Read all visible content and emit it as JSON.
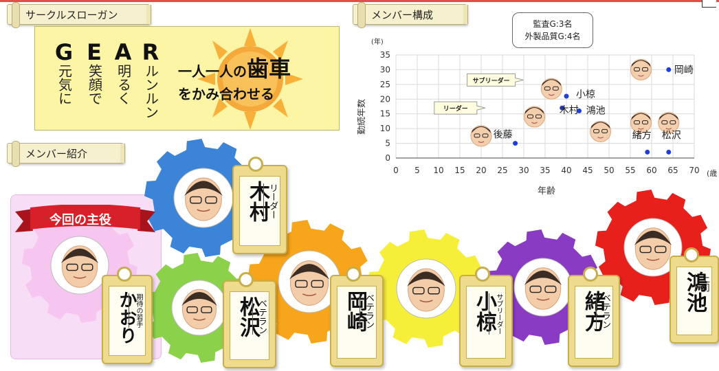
{
  "sections": {
    "slogan_title": "サークルスローガン",
    "members_title": "メンバー構成",
    "intro_title": "メンバー紹介"
  },
  "slogan": {
    "letters": [
      {
        "letter": "G",
        "word": "元気に"
      },
      {
        "letter": "E",
        "word": "笑顔で"
      },
      {
        "letter": "A",
        "word": "明るく"
      },
      {
        "letter": "R",
        "word": "ルンルン"
      }
    ],
    "line1_prefix": "一人一人の",
    "line1_word": "歯車",
    "line2": "をかみ合わせる"
  },
  "legend": {
    "line1": "監査G:3名",
    "line2": "外製品質G:4名"
  },
  "chart_data": {
    "type": "scatter",
    "ylabel": "勤続年数",
    "xlabel": "年齢",
    "y_unit": "(年)",
    "x_unit": "(歳",
    "xlim": [
      0,
      70
    ],
    "ylim": [
      0,
      35
    ],
    "xticks": [
      "0",
      "5",
      "10",
      "15",
      "20",
      "25",
      "30",
      "35",
      "40",
      "45",
      "50",
      "55",
      "60",
      "65",
      "70"
    ],
    "yticks": [
      "0",
      "5",
      "10",
      "15",
      "20",
      "25",
      "30",
      "35"
    ],
    "grid": true,
    "points": [
      {
        "name": "後藤",
        "x": 28,
        "y": 5
      },
      {
        "name": "木村",
        "x": 39,
        "y": 17
      },
      {
        "name": "小椋",
        "x": 40,
        "y": 21
      },
      {
        "name": "鴻池",
        "x": 43,
        "y": 16
      },
      {
        "name": "岡崎",
        "x": 64,
        "y": 30
      },
      {
        "name": "緒方",
        "x": 59,
        "y": 2
      },
      {
        "name": "松沢",
        "x": 64,
        "y": 2
      }
    ],
    "callouts": [
      {
        "text": "サブリーダー"
      },
      {
        "text": "リーダー"
      }
    ],
    "faces": [
      {
        "name": "後藤",
        "x": 20,
        "y": 7.5
      },
      {
        "name": "木村",
        "x": 32.5,
        "y": 14
      },
      {
        "name": "小椋",
        "x": 36.5,
        "y": 23.5
      },
      {
        "name": "鴻池",
        "x": 48,
        "y": 9
      },
      {
        "name": "岡崎",
        "x": 57.5,
        "y": 30
      },
      {
        "name": "緒方",
        "x": 57.5,
        "y": 12
      },
      {
        "name": "松沢",
        "x": 64,
        "y": 12
      }
    ],
    "axis_color": "#444444",
    "grid_color": "#d9d9d9",
    "point_color": "#1f3fd8"
  },
  "intro": {
    "featured_label": "今回の主役",
    "members": [
      {
        "name": "かおり",
        "role": "期待の若手",
        "gear_color": "#f6c6f0"
      },
      {
        "name": "木村",
        "role": "リーダー",
        "gear_color": "#3b84d8"
      },
      {
        "name": "松沢",
        "role": "ベテラン",
        "gear_color": "#8bd14a"
      },
      {
        "name": "岡崎",
        "role": "ベテラン",
        "gear_color": "#f7a51a"
      },
      {
        "name": "小椋",
        "role": "サブリーダー",
        "gear_color": "#f6ef3a"
      },
      {
        "name": "緒方",
        "role": "ベテラン",
        "gear_color": "#8a3bc4"
      },
      {
        "name": "鴻池",
        "role": "上司",
        "gear_color": "#e8201c"
      }
    ]
  },
  "colors": {
    "slogan_bg": "#fdf5a6",
    "label_bg": "#f6f0cf",
    "ribbon": "#d8202a",
    "tag": "#eedb8d"
  }
}
